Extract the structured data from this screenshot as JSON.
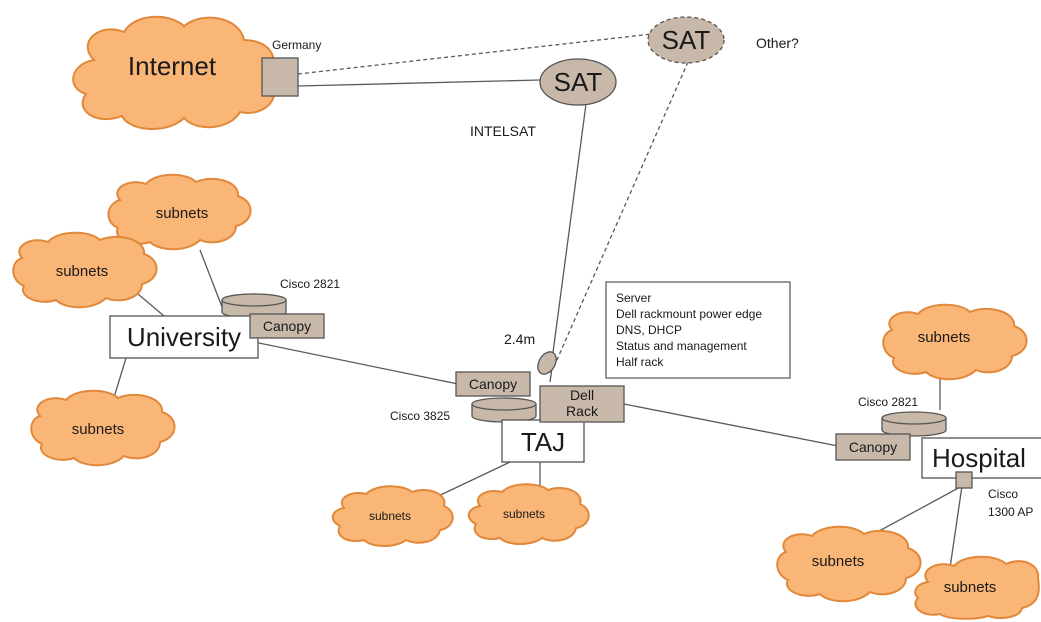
{
  "internet": {
    "label": "Internet"
  },
  "germany": {
    "label": "Germany"
  },
  "sat_other": {
    "label": "SAT"
  },
  "other_label": "Other?",
  "sat_intelsat": {
    "label": "SAT"
  },
  "intelsat_label": "INTELSAT",
  "university": {
    "label": "University",
    "router_label": "Cisco 2821",
    "canopy_label": "Canopy"
  },
  "taj": {
    "label": "TAJ",
    "router_label": "Cisco 3825",
    "canopy_label": "Canopy",
    "dish_label": "2.4m",
    "rack_line1": "Dell",
    "rack_line2": "Rack"
  },
  "server_info": {
    "lines": [
      "Server",
      "Dell rackmount power edge",
      "DNS, DHCP",
      "Status and management",
      "Half rack"
    ]
  },
  "hospital": {
    "label": "Hospital",
    "router_label": "Cisco 2821",
    "canopy_label": "Canopy",
    "ap_line1": "Cisco",
    "ap_line2": "1300 AP"
  },
  "subnets_label": "subnets",
  "colors": {
    "cloud_fill": "#f9b676",
    "cloud_stroke": "#e2883a",
    "device_fill": "#c8b8a9",
    "line": "#5a5a5a"
  }
}
